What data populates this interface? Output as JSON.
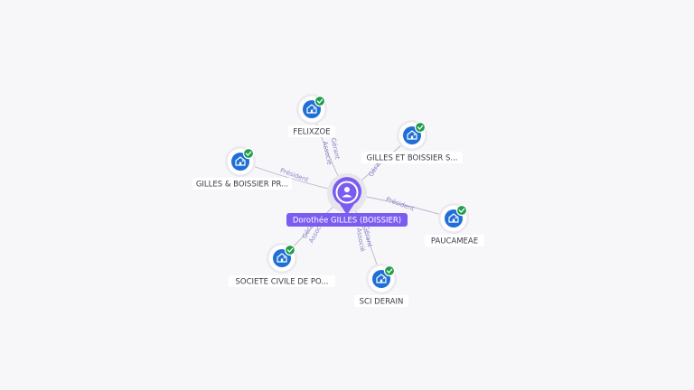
{
  "colors": {
    "background": "#f7f7f9",
    "company_node": "#1f6fd6",
    "check_badge": "#1f9d4b",
    "person_pin": "#7b5cf0",
    "edge": "#b9b6cf",
    "edge_label": "#8a83c9"
  },
  "center": {
    "name": "Dorothée GILLES (BOISSIER)",
    "icon": "person-icon"
  },
  "companies": [
    {
      "id": "felixzoe",
      "name": "FELIXZOE",
      "icon": "building-icon",
      "badge": "check-icon",
      "edge_labels": [
        "Gérant",
        "Associé"
      ]
    },
    {
      "id": "gilles-boissier-s",
      "name": "GILLES ET BOISSIER S...",
      "icon": "building-icon",
      "badge": "check-icon",
      "edge_labels": [
        "Gérant"
      ]
    },
    {
      "id": "gilles-boissier-pr",
      "name": "GILLES & BOISSIER PR...",
      "icon": "building-icon",
      "badge": "check-icon",
      "edge_labels": [
        "Président"
      ]
    },
    {
      "id": "paucameae",
      "name": "PAUCAMEAE",
      "icon": "building-icon",
      "badge": "check-icon",
      "edge_labels": [
        "Président"
      ]
    },
    {
      "id": "societe-civile",
      "name": "SOCIETE CIVILE DE PO...",
      "icon": "building-icon",
      "badge": "check-icon",
      "edge_labels": [
        "Gérant",
        "Associé"
      ]
    },
    {
      "id": "sci-derain",
      "name": "SCI DERAIN",
      "icon": "building-icon",
      "badge": "check-icon",
      "edge_labels": [
        "Gérant",
        "Associé"
      ]
    }
  ]
}
